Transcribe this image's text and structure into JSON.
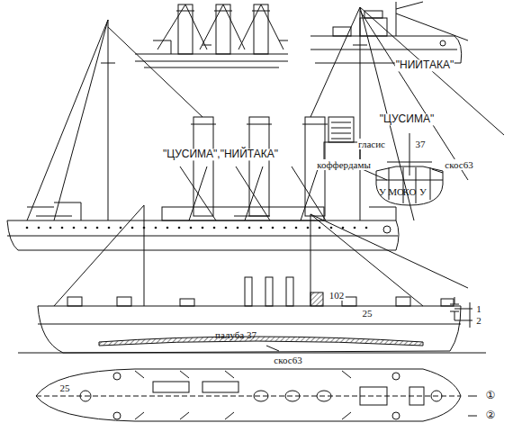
{
  "diagram": {
    "labels": [
      "\"НИИТАКА\"",
      "\"ЦУСИМА\"",
      "гласис",
      "37",
      "коффердамы",
      "скос63",
      "У",
      "МО",
      "КО",
      "У",
      "\"ЦУСИМА\",\"НИЙТАКА\"",
      "102",
      "25",
      "1",
      "2",
      "палуба 37",
      "скос63",
      "25",
      "①",
      "②"
    ]
  }
}
